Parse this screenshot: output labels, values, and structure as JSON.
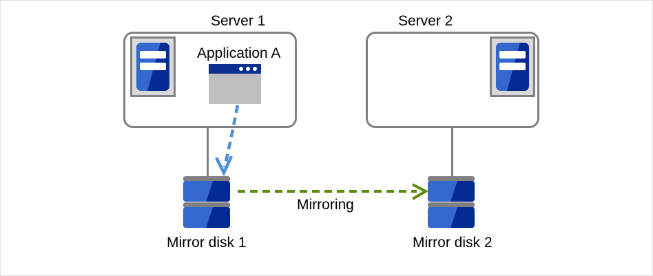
{
  "diagram": {
    "type": "mirror-disk-cluster-topology",
    "background_color": "#ffffff",
    "border_color": "#e0e0e0",
    "servers": [
      {
        "id": "server-1",
        "title": "Server 1",
        "icon": "server-rack-icon",
        "icon_position": "top-left",
        "application": {
          "label": "Application A",
          "icon": "application-window-icon"
        }
      },
      {
        "id": "server-2",
        "title": "Server 2",
        "icon": "server-rack-icon",
        "icon_position": "top-right",
        "application": null
      }
    ],
    "disks": [
      {
        "id": "mirror-disk-1",
        "label": "Mirror disk 1",
        "icon": "disk-stack-icon"
      },
      {
        "id": "mirror-disk-2",
        "label": "Mirror disk 2",
        "icon": "disk-stack-icon"
      }
    ],
    "connections": [
      {
        "id": "app-write-arrow",
        "label": "",
        "style": "dashed",
        "color": "#4a90d9",
        "from": "application-a",
        "to": "mirror-disk-1"
      },
      {
        "id": "mirroring-arrow",
        "label": "Mirroring",
        "style": "dashed",
        "color": "#5d8c0d",
        "from": "mirror-disk-1",
        "to": "mirror-disk-2"
      }
    ],
    "colors": {
      "server_border": "#808080",
      "icon_plate": "#d9d9d9",
      "disk_blue_light": "#3568cf",
      "disk_blue_dark": "#032a93",
      "app_titlebar": "#0b2f8f",
      "app_body": "#bfbfbf",
      "mirroring_green": "#5d8c0d",
      "write_arrow_blue": "#4a90d9",
      "text": "#000000"
    }
  }
}
